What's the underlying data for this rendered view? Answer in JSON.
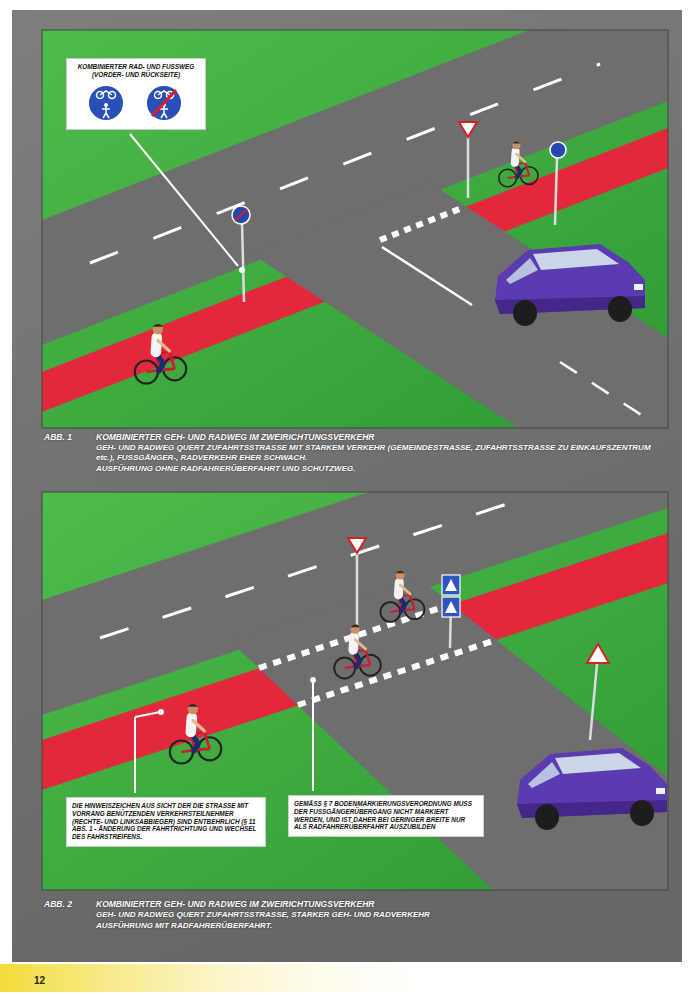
{
  "diagram": {
    "nodes": [
      {
        "text": [
          "KOMBINIERTER RAD- UND FUSSWEG (VORDER- UND RÜCKSEITE)"
        ]
      },
      {
        "text": [
          "DIE HINWEISZEICHEN AUS SICHT DER DIE STRASSE MIT VORRANG BENÜTZENDEN VERKEHRSTEILNEHMER (RECHTE- UND LINKSABBIEGER) SIND ENTBEHRLICH (§ 11 ABS. 1 - ÄNDERUNG DER FAHRTRICHTUNG UND WECHSEL DES FAHRSTREIFENS."
        ]
      },
      {
        "text": [
          "GEMÄSS § 7 BODENMARKIERUNGSVERORDNUNG MUSS DER FUSSGÄNGERÜBERGANG NICHT MARKIERT WERDEN, UND IST DAHER BEI GERINGER BREITE NUR ALS RADFAHRERÜBERFAHRT AUSZUBILDEN"
        ]
      }
    ],
    "labels": [
      "ABB. 1",
      "KOMBINIERTER GEH- UND RADWEG IM ZWEIRICHTUNGSVERKEHR",
      "GEH- UND RADWEG QUERT ZUFAHRTSSTRASSE MIT STARKEM VERKEHR (GEMEINDESTRASSE, ZUFAHRTSSTRASSE ZU EINKAUFSZENTRUM etc.), FUSSGÄNGER-, RADVERKEHR EHER SCHWACH.",
      "AUSFÜHRUNG OHNE RADFAHRERÜBERFAHRT UND SCHUTZWEG.",
      "ABB. 2",
      "KOMBINIERTER GEH- UND RADWEG IM ZWEIRICHTUNGSVERKEHR",
      "GEH- UND RADWEG QUERT ZUFAHRTSSTRASSE, STARKER GEH- UND RADVERKEHR",
      "AUSFÜHRUNG MIT RADFAHRERÜBERFAHRT.",
      "12"
    ]
  }
}
